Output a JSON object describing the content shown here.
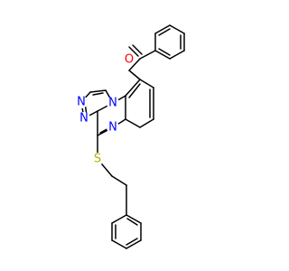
{
  "molecule": {
    "colors": {
      "bond": "#000000",
      "N": "#0000ff",
      "O": "#ff0000",
      "S": "#b2b200",
      "background": "#ffffff"
    },
    "atoms": [
      {
        "symbol": "O"
      },
      {
        "symbol": "N"
      },
      {
        "symbol": "N"
      },
      {
        "symbol": "N"
      },
      {
        "symbol": "N"
      },
      {
        "symbol": "S"
      }
    ]
  }
}
